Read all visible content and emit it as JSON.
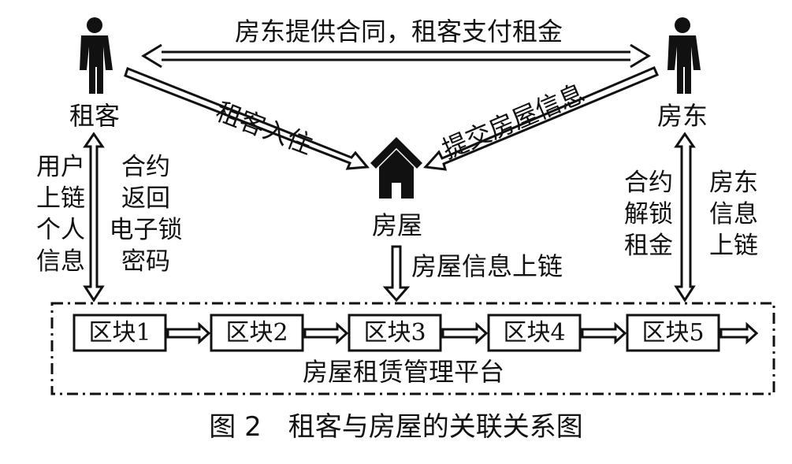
{
  "actors": {
    "tenant": "租客",
    "landlord": "房东",
    "house": "房屋"
  },
  "relations": {
    "contract_payment": "房东提供合同，租客支付租金",
    "tenant_move_in": "租客入住",
    "submit_house_info": "提交房屋信息",
    "house_info_onchain": "房屋信息上链"
  },
  "tenant_side": {
    "left_lines": [
      "用户",
      "上链",
      "个人",
      "信息"
    ],
    "right_lines": [
      "合约",
      "返回",
      "电子锁",
      "密码"
    ]
  },
  "landlord_side": {
    "left_lines": [
      "合约",
      "解锁",
      "租金"
    ],
    "right_lines": [
      "房东",
      "信息",
      "上链"
    ]
  },
  "blocks": [
    "区块1",
    "区块2",
    "区块3",
    "区块4",
    "区块5"
  ],
  "platform": "房屋租赁管理平台",
  "caption": "图 2　租客与房屋的关联关系图"
}
